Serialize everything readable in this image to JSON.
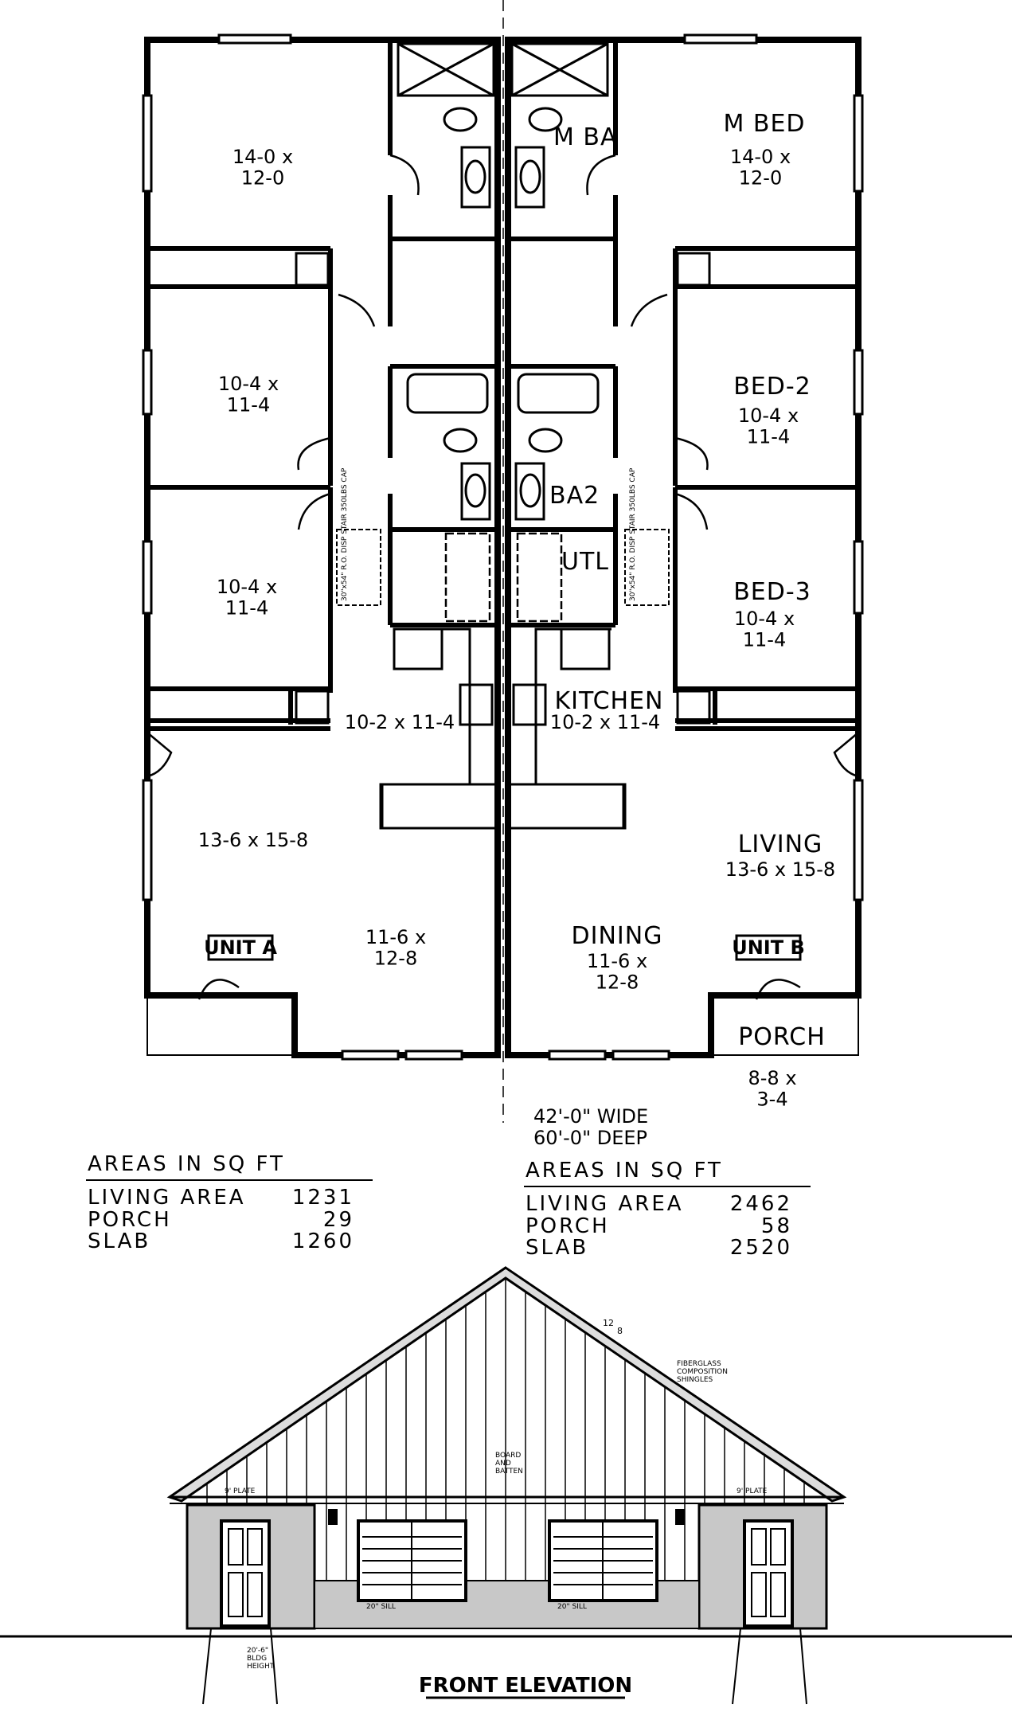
{
  "rooms_unit_a": {
    "m_bed_dim": "14-0 x\n12-0",
    "bed2_dim": "10-4 x\n11-4",
    "bed3_dim": "10-4 x\n11-4",
    "kitchen_dim": "10-2 x 11-4",
    "living_dim": "13-6 x 15-8",
    "dining_dim": "11-6 x\n12-8",
    "unit_tag": "UNIT A"
  },
  "rooms_unit_b": {
    "m_bed": "M BED",
    "m_bed_dim": "14-0 x\n12-0",
    "m_ba": "M BA",
    "bed2": "BED-2",
    "bed2_dim": "10-4 x\n11-4",
    "ba2": "BA2",
    "utl": "UTL",
    "bed3": "BED-3",
    "bed3_dim": "10-4 x\n11-4",
    "kitchen": "KITCHEN",
    "kitchen_dim": "10-2 x 11-4",
    "living": "LIVING",
    "living_dim": "13-6 x 15-8",
    "dining": "DINING",
    "dining_dim": "11-6 x\n12-8",
    "porch": "PORCH",
    "porch_dim": "8-8 x\n3-4",
    "unit_tag": "UNIT B"
  },
  "overall": {
    "width": "42'-0\" WIDE",
    "depth": "60'-0\" DEEP"
  },
  "areas_unit": {
    "title": "AREAS IN SQ FT",
    "rows": [
      {
        "label": "LIVING AREA",
        "value": "1231"
      },
      {
        "label": "PORCH",
        "value": "29"
      },
      {
        "label": "SLAB",
        "value": "1260"
      }
    ]
  },
  "areas_total": {
    "title": "AREAS IN SQ FT",
    "rows": [
      {
        "label": "LIVING AREA",
        "value": "2462"
      },
      {
        "label": "PORCH",
        "value": "58"
      },
      {
        "label": "SLAB",
        "value": "2520"
      }
    ]
  },
  "stair_note": "30\"x54\" R.O. DISP STAIR 350LBS CAP",
  "elevation": {
    "pitch_rise": "12",
    "pitch_run": "8",
    "roof_note": "FIBERGLASS\nCOMPOSITION\nSHINGLES",
    "siding_note": "BOARD\nAND\nBATTEN",
    "plate_left": "9' PLATE",
    "plate_right": "9' PLATE",
    "sill_left": "20\" SILL",
    "sill_right": "20\" SILL",
    "height_note": "20'-6\"\nBLDG\nHEIGHT",
    "title": "FRONT ELEVATION"
  }
}
